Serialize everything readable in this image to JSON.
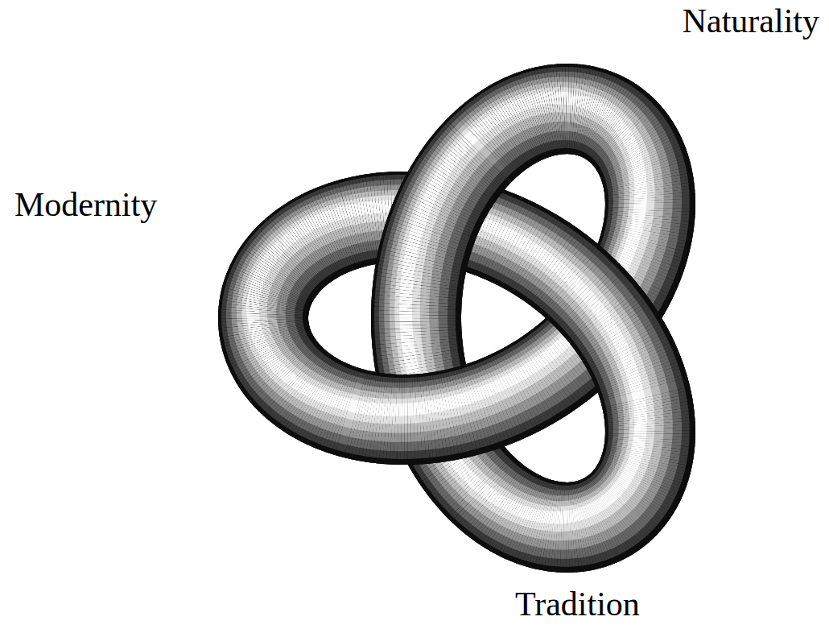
{
  "diagram": {
    "labels": [
      "Naturality",
      "Modernity",
      "Tradition"
    ]
  }
}
